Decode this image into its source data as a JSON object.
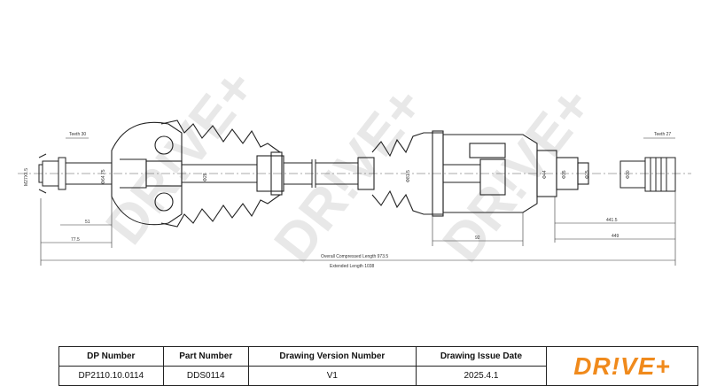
{
  "watermark": {
    "text": "DR!VE+"
  },
  "drawing": {
    "teeth_left": "Teeth 30",
    "teeth_right": "Teeth 27",
    "dims": {
      "m_thread": "M27X1.5",
      "d_left_stub": "Φ64.75",
      "d_left_shaft": "Φ28",
      "d_right_boot": "Φ81.5",
      "d_bearing": "Φ44",
      "d_35": "Φ35",
      "d_25": "Φ25",
      "d_30": "Φ30",
      "len_51": "51",
      "len_77": "77.5",
      "len_92": "92",
      "len_441": "441.5",
      "len_449": "449"
    },
    "overall_label": "Overall Compressed Length 973.5",
    "extended_label": "Extended Length 1038"
  },
  "table": {
    "headers": [
      "DP Number",
      "Part Number",
      "Drawing Version Number",
      "Drawing Issue Date"
    ],
    "values": [
      "DP2110.10.0114",
      "DDS0114",
      "V1",
      "2025.4.1"
    ],
    "logo": "DR!VE+",
    "colors": {
      "logo": "#f08a1c"
    }
  }
}
